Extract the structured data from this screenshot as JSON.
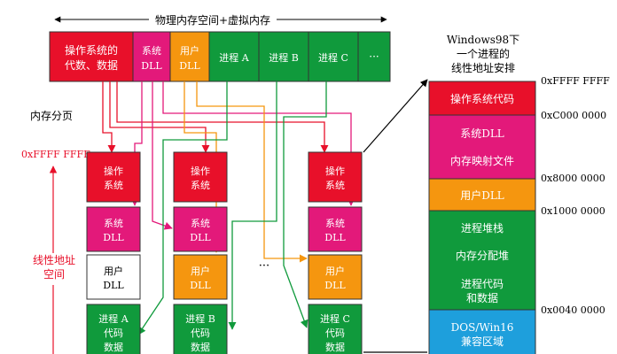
{
  "top_bar": {
    "title": "物理内存空间+虚拟内存",
    "cells": [
      {
        "label1": "操作系统的",
        "label2": "代数、数据",
        "color": "#e8102a"
      },
      {
        "label1": "系统",
        "label2": "DLL",
        "color": "#e3197a"
      },
      {
        "label1": "用户",
        "label2": "DLL",
        "color": "#f5960f"
      },
      {
        "label1": "进程 A",
        "label2": "",
        "color": "#109a3c"
      },
      {
        "label1": "进程 B",
        "label2": "",
        "color": "#109a3c"
      },
      {
        "label1": "进程 C",
        "label2": "",
        "color": "#109a3c"
      },
      {
        "label1": "···",
        "label2": "",
        "color": "#109a3c"
      }
    ]
  },
  "left_panel": {
    "section_title": "内存分页",
    "top_address": "0xFFFF FFFF",
    "axis_label1": "线性地址",
    "axis_label2": "空间"
  },
  "columns": [
    {
      "name": "A",
      "cells": [
        {
          "label1": "操作",
          "label2": "系统",
          "label3": "",
          "color": "#e8102a"
        },
        {
          "label1": "系统",
          "label2": "DLL",
          "label3": "",
          "color": "#e3197a"
        },
        {
          "label1": "用户",
          "label2": "DLL",
          "label3": "",
          "color": "#ffffff"
        },
        {
          "label1": "进程 A",
          "label2": "代码",
          "label3": "数据",
          "color": "#109a3c"
        }
      ]
    },
    {
      "name": "B",
      "cells": [
        {
          "label1": "操作",
          "label2": "系统",
          "label3": "",
          "color": "#e8102a"
        },
        {
          "label1": "系统",
          "label2": "DLL",
          "label3": "",
          "color": "#e3197a"
        },
        {
          "label1": "用户",
          "label2": "DLL",
          "label3": "",
          "color": "#f5960f"
        },
        {
          "label1": "进程 B",
          "label2": "代码",
          "label3": "数据",
          "color": "#109a3c"
        }
      ]
    },
    {
      "name": "C",
      "cells": [
        {
          "label1": "操作",
          "label2": "系统",
          "label3": "",
          "color": "#e8102a"
        },
        {
          "label1": "系统",
          "label2": "DLL",
          "label3": "",
          "color": "#e3197a"
        },
        {
          "label1": "用户",
          "label2": "DLL",
          "label3": "",
          "color": "#f5960f"
        },
        {
          "label1": "进程 C",
          "label2": "代码",
          "label3": "数据",
          "color": "#109a3c"
        }
      ]
    }
  ],
  "middle_ellipsis": "···",
  "right_panel": {
    "title1": "Windows98下",
    "title2": "一个进程的",
    "title3": "线性地址安排",
    "addresses": [
      "0xFFFF FFFF",
      "0xC000 0000",
      "0x8000 0000",
      "0x1000 0000",
      "0x0040 0000"
    ],
    "blocks": [
      {
        "lines": [
          "操作系统代码"
        ],
        "color": "#e8102a"
      },
      {
        "lines": [
          "系统DLL",
          "内存映射文件"
        ],
        "color": "#e3197a"
      },
      {
        "lines": [
          "用户DLL"
        ],
        "color": "#f5960f"
      },
      {
        "lines": [
          "进程堆栈",
          "内存分配堆",
          "进程代码",
          "和数据"
        ],
        "color": "#109a3c"
      },
      {
        "lines": [
          "DOS/Win16",
          "兼容区域"
        ],
        "color": "#1e9fdc"
      }
    ]
  },
  "colors": {
    "red": "#e8102a",
    "magenta": "#e3197a",
    "orange": "#f5960f",
    "green": "#109a3c",
    "blue": "#1e9fdc"
  }
}
